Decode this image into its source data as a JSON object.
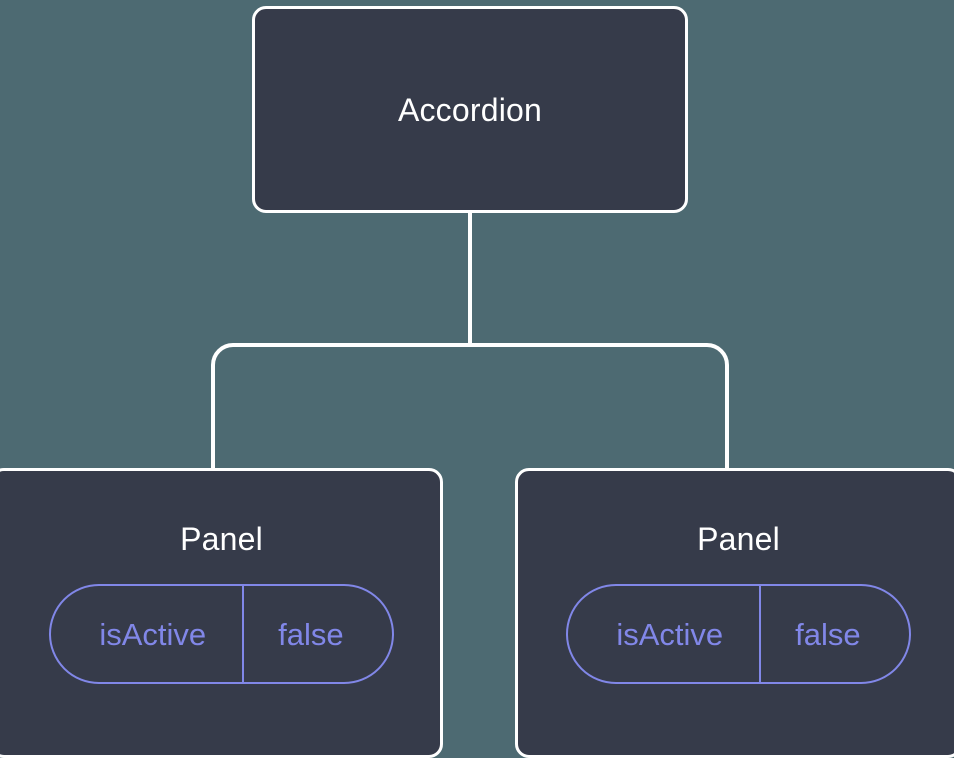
{
  "diagram": {
    "type": "component-tree",
    "background_color": "#4d6a72",
    "node_fill_color": "#363b4a",
    "node_border_color": "#ffffff",
    "connector_color": "#ffffff",
    "accent_color": "#8187e8",
    "root": {
      "title": "Accordion"
    },
    "children": [
      {
        "title": "Panel",
        "state": {
          "key": "isActive",
          "value": "false"
        }
      },
      {
        "title": "Panel",
        "state": {
          "key": "isActive",
          "value": "false"
        }
      }
    ]
  }
}
